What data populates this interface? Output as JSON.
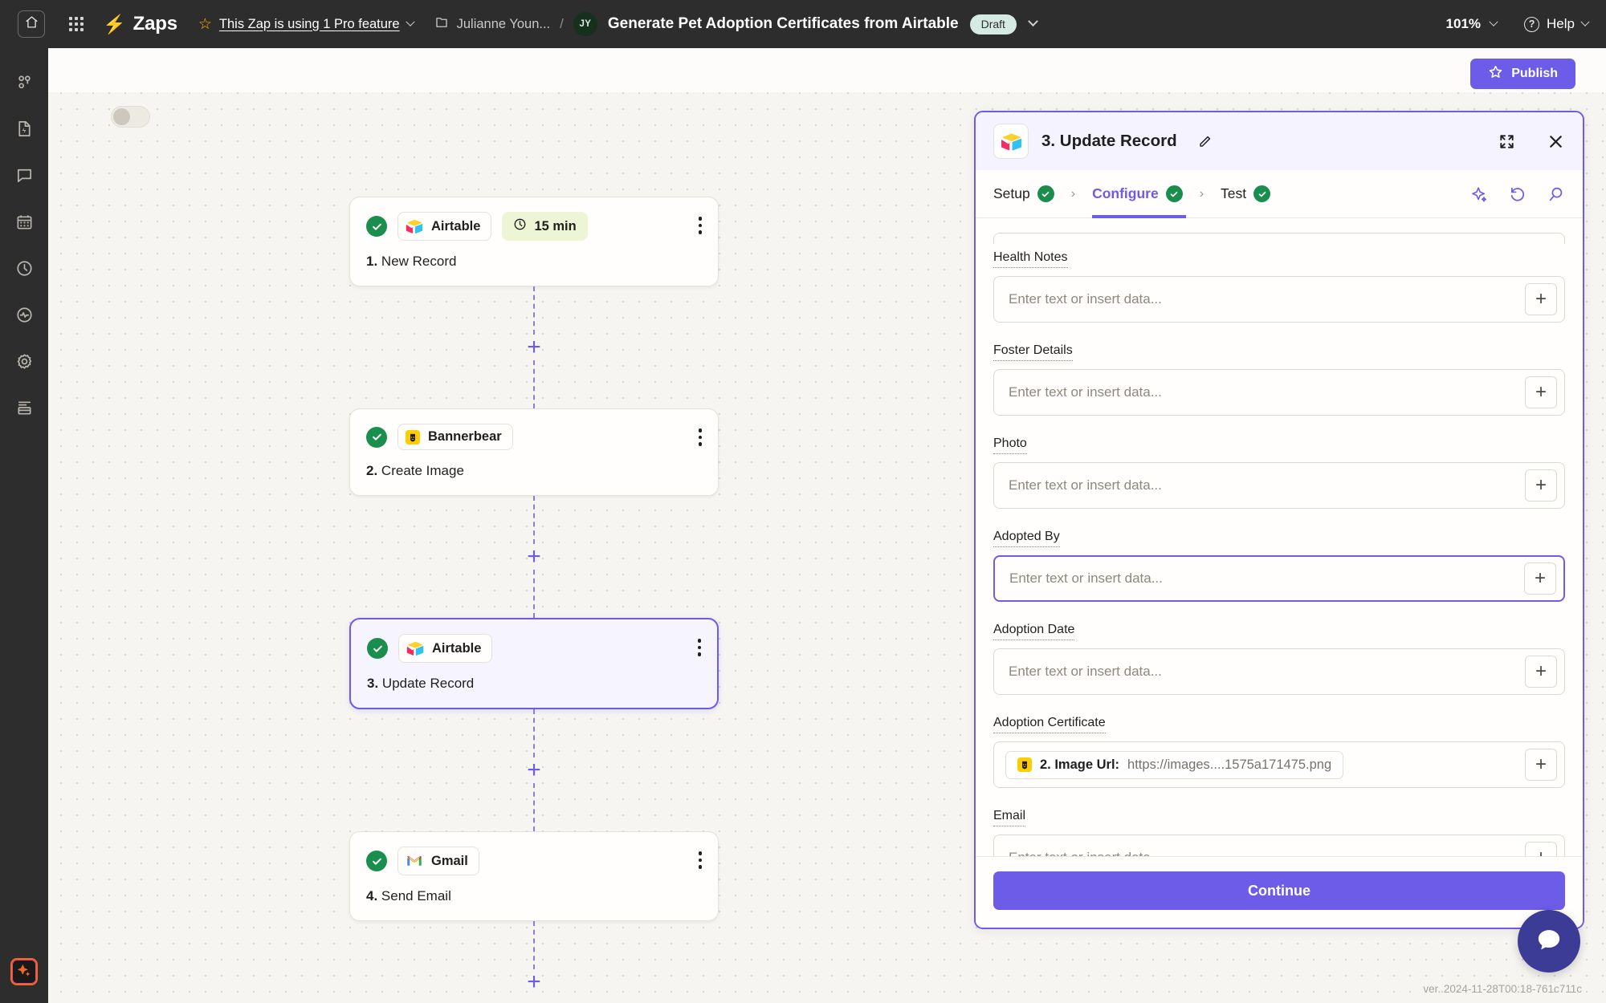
{
  "topbar": {
    "home_icon": "home-icon",
    "apps_icon": "apps-grid-icon",
    "bolt_icon": "lightning-bolt-icon",
    "zaps_label": "Zaps",
    "pro_feature_text": "This Zap is using 1 Pro feature",
    "folder_name": "Julianne Youn...",
    "separator": "/",
    "avatar_initials": "JY",
    "zap_title": "Generate Pet Adoption Certificates from Airtable",
    "status_badge": "Draft",
    "zoom_level": "101%",
    "help_label": "Help"
  },
  "rail": {
    "items": [
      {
        "name": "zaps-icon"
      },
      {
        "name": "document-bolt-icon"
      },
      {
        "name": "chat-icon"
      },
      {
        "name": "calendar-icon"
      },
      {
        "name": "history-clock-icon"
      },
      {
        "name": "analytics-pulse-icon"
      },
      {
        "name": "settings-gear-icon"
      },
      {
        "name": "tables-icon"
      }
    ],
    "bottom_icon": "ai-sparkle-icon"
  },
  "canvas": {
    "publish_label": "Publish",
    "publish_color": "#6c5ce7",
    "version_text": "ver. 2024-11-28T00:18-761c711c",
    "plus_symbol": "+"
  },
  "flow": {
    "nodes": [
      {
        "status": "success",
        "app": "Airtable",
        "app_icon": "airtable-logo",
        "schedule": "15 min",
        "schedule_icon": "clock-icon",
        "number": "1.",
        "title": "New Record",
        "selected": false
      },
      {
        "status": "success",
        "app": "Bannerbear",
        "app_icon": "bannerbear-logo",
        "schedule": null,
        "number": "2.",
        "title": "Create Image",
        "selected": false
      },
      {
        "status": "success",
        "app": "Airtable",
        "app_icon": "airtable-logo",
        "schedule": null,
        "number": "3.",
        "title": "Update Record",
        "selected": true
      },
      {
        "status": "success",
        "app": "Gmail",
        "app_icon": "gmail-logo",
        "schedule": null,
        "number": "4.",
        "title": "Send Email",
        "selected": false
      }
    ]
  },
  "panel": {
    "app_icon": "airtable-logo",
    "title": "3. Update Record",
    "edit_icon": "pencil-icon",
    "expand_icon": "expand-icon",
    "close_icon": "close-icon",
    "tabs": [
      {
        "label": "Setup",
        "complete": true,
        "active": false
      },
      {
        "label": "Configure",
        "complete": true,
        "active": true
      },
      {
        "label": "Test",
        "complete": true,
        "active": false
      }
    ],
    "tab_separator": "›",
    "tool_icons": [
      {
        "name": "ai-sparkle-icon"
      },
      {
        "name": "refresh-icon"
      },
      {
        "name": "search-icon"
      }
    ],
    "placeholder": "Enter text or insert data...",
    "fields": [
      {
        "label": "Health Notes",
        "value": null,
        "focused": false,
        "pill": null
      },
      {
        "label": "Foster Details",
        "value": null,
        "focused": false,
        "pill": null
      },
      {
        "label": "Photo",
        "value": null,
        "focused": false,
        "pill": null
      },
      {
        "label": "Adopted By",
        "value": null,
        "focused": true,
        "pill": null
      },
      {
        "label": "Adoption Date",
        "value": null,
        "focused": false,
        "pill": null
      },
      {
        "label": "Adoption Certificate",
        "value": null,
        "focused": false,
        "pill": {
          "icon": "bannerbear-logo",
          "key": "2. Image Url:",
          "value": "https://images....1575a171475.png"
        }
      },
      {
        "label": "Email",
        "value": null,
        "focused": false,
        "pill": null
      }
    ],
    "add_button_symbol": "+",
    "continue_label": "Continue",
    "accent_color": "#6c5ce7"
  },
  "chat": {
    "icon": "chat-bubble-icon"
  }
}
